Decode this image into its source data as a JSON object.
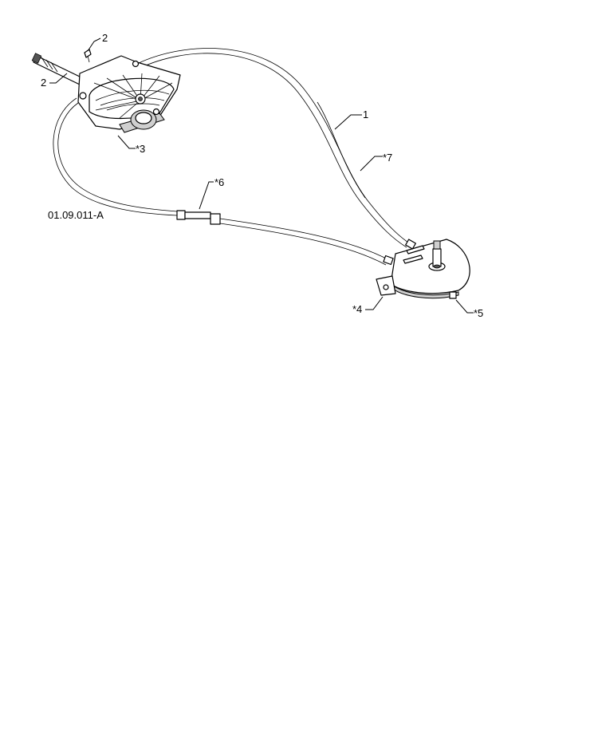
{
  "figure_id": "01.09.011-A",
  "callouts": {
    "c1": "1",
    "c2_top": "2",
    "c2_left": "2",
    "c3": "*3",
    "c4": "*4",
    "c5": "*5",
    "c6": "*6",
    "c7": "*7"
  }
}
